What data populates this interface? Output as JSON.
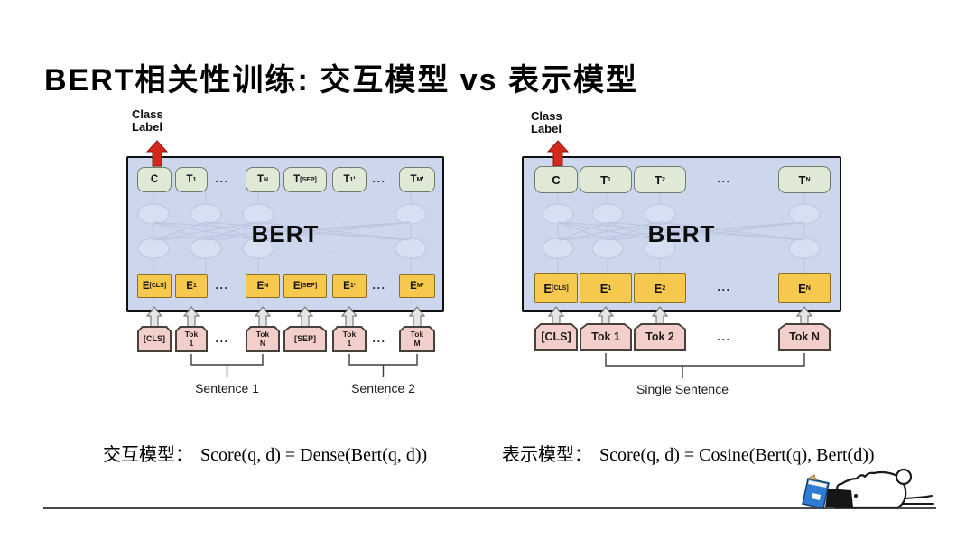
{
  "slide": {
    "title": "BERT相关性训练: 交互模型 vs 表示模型"
  },
  "colors": {
    "panel_bg": "#ccd7ee",
    "output_box": "#dfe9d6",
    "embed_box": "#f6c84e",
    "token_box": "#f2cfca",
    "class_arrow": "#d3291c",
    "network_line": "#b7c3dc",
    "book_blue": "#2e7cd6",
    "divider": "#4a4a4a"
  },
  "diagrams": [
    {
      "name": "interaction",
      "class_label": [
        "Class",
        "Label"
      ],
      "bert_label": "BERT",
      "ellipsis": "...",
      "output_row": [
        {
          "t": "C"
        },
        {
          "t": "T",
          "s": "1"
        },
        {
          "dots": true
        },
        {
          "t": "T",
          "s": "N"
        },
        {
          "t": "T",
          "s": "[SEP]"
        },
        {
          "t": "T",
          "s": "1",
          "p": true
        },
        {
          "dots": true
        },
        {
          "t": "T",
          "s": "M",
          "p": true
        }
      ],
      "embedding_row": [
        {
          "t": "E",
          "s": "[CLS]"
        },
        {
          "t": "E",
          "s": "1"
        },
        {
          "dots": true
        },
        {
          "t": "E",
          "s": "N"
        },
        {
          "t": "E",
          "s": "[SEP]"
        },
        {
          "t": "E",
          "s": "1",
          "p": true
        },
        {
          "dots": true
        },
        {
          "t": "E",
          "s": "M",
          "p": true
        }
      ],
      "token_row": [
        {
          "lines": [
            "[CLS]"
          ]
        },
        {
          "lines": [
            "Tok",
            "1"
          ]
        },
        {
          "dots": true
        },
        {
          "lines": [
            "Tok",
            "N"
          ]
        },
        {
          "lines": [
            "[SEP]"
          ]
        },
        {
          "lines": [
            "Tok",
            "1"
          ]
        },
        {
          "dots": true
        },
        {
          "lines": [
            "Tok",
            "M"
          ]
        }
      ],
      "sentence_labels": [
        "Sentence 1",
        "Sentence 2"
      ]
    },
    {
      "name": "representation",
      "class_label": [
        "Class",
        "Label"
      ],
      "bert_label": "BERT",
      "ellipsis": "...",
      "output_row": [
        {
          "t": "C"
        },
        {
          "t": "T",
          "s": "1"
        },
        {
          "t": "T",
          "s": "2"
        },
        {
          "dots": true
        },
        {
          "t": "T",
          "s": "N"
        }
      ],
      "embedding_row": [
        {
          "t": "E",
          "s": "[CLS]"
        },
        {
          "t": "E",
          "s": "1"
        },
        {
          "t": "E",
          "s": "2"
        },
        {
          "dots": true
        },
        {
          "t": "E",
          "s": "N"
        }
      ],
      "token_row": [
        {
          "lines": [
            "[CLS]"
          ]
        },
        {
          "lines": [
            "Tok 1"
          ]
        },
        {
          "lines": [
            "Tok 2"
          ]
        },
        {
          "dots": true
        },
        {
          "lines": [
            "Tok N"
          ]
        }
      ],
      "sentence_labels": [
        "Single Sentence"
      ]
    }
  ],
  "formulas": [
    {
      "label": "交互模型：",
      "text": "Score(q, d) = Dense(Bert(q, d))"
    },
    {
      "label": "表示模型：",
      "text": "Score(q, d) = Cosine(Bert(q), Bert(d))"
    }
  ]
}
